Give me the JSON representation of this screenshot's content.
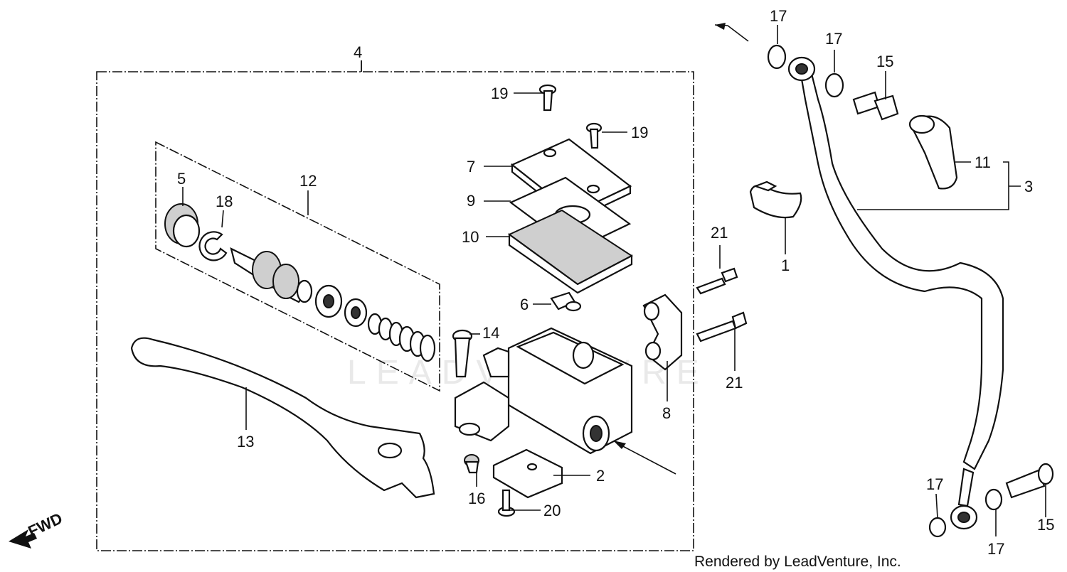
{
  "watermark": "LEADVENTURE",
  "credit": "Rendered by LeadVenture, Inc.",
  "fwd_label": "FWD",
  "callouts": {
    "c1": "1",
    "c2": "2",
    "c3": "3",
    "c4": "4",
    "c5": "5",
    "c6": "6",
    "c7": "7",
    "c8": "8",
    "c9": "9",
    "c10": "10",
    "c11": "11",
    "c12": "12",
    "c13": "13",
    "c14": "14",
    "c15a": "15",
    "c15b": "15",
    "c16": "16",
    "c17a": "17",
    "c17b": "17",
    "c17c": "17",
    "c17d": "17",
    "c18": "18",
    "c19a": "19",
    "c19b": "19",
    "c20": "20",
    "c21a": "21",
    "c21b": "21"
  }
}
